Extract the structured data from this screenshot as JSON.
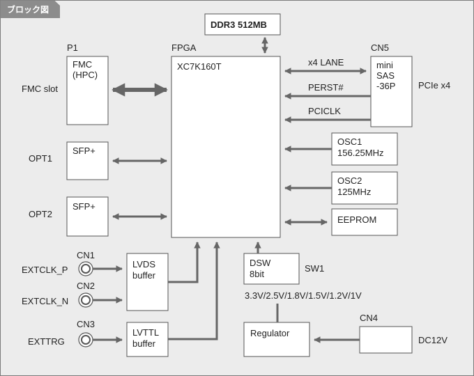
{
  "tab": {
    "label": "ブロック図"
  },
  "colors": {
    "background": "#ececec",
    "border": "#7a7a7a",
    "box_fill": "#ffffff",
    "box_stroke": "#555555",
    "arrow": "#666666",
    "text": "#222222",
    "tab_fill": "#8c8c8c",
    "tab_text": "#ffffff"
  },
  "blocks": {
    "ddr3": {
      "label": "DDR3 512MB"
    },
    "fpga": {
      "header": "FPGA",
      "label": "XC7K160T"
    },
    "fmc": {
      "header": "P1",
      "line1": "FMC",
      "line2": "(HPC)"
    },
    "sfp1": {
      "label": "SFP+"
    },
    "sfp2": {
      "label": "SFP+"
    },
    "cn5": {
      "header": "CN5",
      "line1": "mini",
      "line2": "SAS",
      "line3": "-36P"
    },
    "osc1": {
      "line1": "OSC1",
      "line2": "156.25MHz"
    },
    "osc2": {
      "line1": "OSC2",
      "line2": "125MHz"
    },
    "eeprom": {
      "label": "EEPROM"
    },
    "dsw": {
      "line1": "DSW",
      "line2": "8bit"
    },
    "lvds": {
      "line1": "LVDS",
      "line2": "buffer"
    },
    "lvttl": {
      "line1": "LVTTL",
      "line2": "buffer"
    },
    "regulator": {
      "label": "Regulator"
    },
    "cn4": {
      "header": "CN4"
    }
  },
  "labels": {
    "fmc_slot": "FMC slot",
    "opt1": "OPT1",
    "opt2": "OPT2",
    "pcie": "PCIe x4",
    "x4_lane": "x4 LANE",
    "perst": "PERST#",
    "pciclk": "PCICLK",
    "sw1": "SW1",
    "voltages": "3.3V/2.5V/1.8V/1.5V/1.2V/1V",
    "dc12v": "DC12V",
    "cn1": "CN1",
    "cn2": "CN2",
    "cn3": "CN3",
    "extclk_p": "EXTCLK_P",
    "extclk_n": "EXTCLK_N",
    "exttrg": "EXTTRG"
  }
}
